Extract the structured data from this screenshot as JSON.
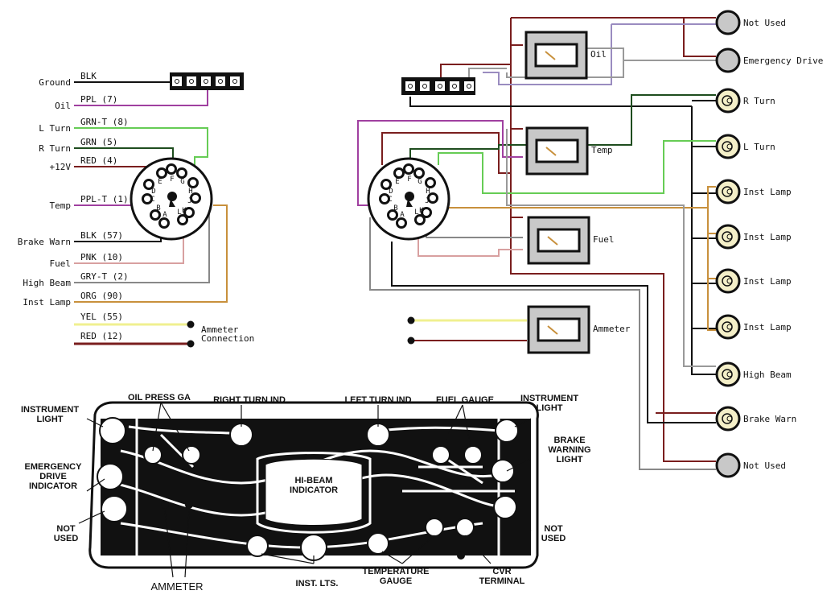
{
  "left_wires": [
    {
      "label": "Ground",
      "code": "BLK"
    },
    {
      "label": "Oil",
      "code": "PPL (7)"
    },
    {
      "label": "L Turn",
      "code": "GRN-T (8)"
    },
    {
      "label": "R Turn",
      "code": "GRN (5)"
    },
    {
      "label": "+12V",
      "code": "RED (4)"
    },
    {
      "label": "Temp",
      "code": "PPL-T (1)"
    },
    {
      "label": "Brake Warn",
      "code": "BLK (57)"
    },
    {
      "label": "Fuel",
      "code": "PNK (10)"
    },
    {
      "label": "High Beam",
      "code": "GRY-T (2)"
    },
    {
      "label": "Inst Lamp",
      "code": "ORG (90)"
    }
  ],
  "ammeter_wires": [
    {
      "code": "YEL (55)"
    },
    {
      "code": "RED (12)"
    }
  ],
  "ammeter_connection": [
    "Ammeter",
    "Connection"
  ],
  "connector_pins": [
    "E",
    "F",
    "G",
    "H",
    "J",
    "K",
    "L",
    "A",
    "B",
    "C",
    "D"
  ],
  "colors": {
    "red": "#7a1e1e",
    "purple": "#a040a0",
    "green_t": "#66cc55",
    "green": "#1e4d1e",
    "orange": "#c8903c",
    "pink": "#d8a0a0",
    "gray": "#888888",
    "yellow": "#f0f090",
    "lav": "#9a8cc0"
  },
  "gauges": [
    {
      "label": "Oil"
    },
    {
      "label": "Temp"
    },
    {
      "label": "Fuel"
    },
    {
      "label": "Ammeter"
    }
  ],
  "bulbs": [
    {
      "label": "Not Used",
      "type": "plain"
    },
    {
      "label": "Emergency Drive",
      "type": "plain"
    },
    {
      "label": "R Turn",
      "type": "lamp"
    },
    {
      "label": "L Turn",
      "type": "lamp"
    },
    {
      "label": "Inst Lamp",
      "type": "lamp"
    },
    {
      "label": "Inst Lamp",
      "type": "lamp"
    },
    {
      "label": "Inst Lamp",
      "type": "lamp"
    },
    {
      "label": "Inst Lamp",
      "type": "lamp"
    },
    {
      "label": "High Beam",
      "type": "lamp"
    },
    {
      "label": "Brake Warn",
      "type": "lamp"
    },
    {
      "label": "Not Used",
      "type": "plain"
    }
  ],
  "pcb_labels": {
    "instrument_light_l": [
      "INSTRUMENT",
      "LIGHT"
    ],
    "oil_press": [
      "OIL PRESS GA"
    ],
    "right_turn": [
      "RIGHT TURN IND"
    ],
    "left_turn": [
      "LEFT TURN IND"
    ],
    "fuel_gauge": [
      "FUEL GAUGE"
    ],
    "instrument_light_r": [
      "INSTRUMENT",
      "LIGHT"
    ],
    "brake_warning": [
      "BRAKE",
      "WARNING",
      "LIGHT"
    ],
    "emergency": [
      "EMERGENCY",
      "DRIVE",
      "INDICATOR"
    ],
    "not_used_l": [
      "NOT",
      "USED"
    ],
    "hi_beam": [
      "HI-BEAM",
      "INDICATOR"
    ],
    "not_used_r": [
      "NOT",
      "USED"
    ],
    "ammeter": [
      "AMMETER"
    ],
    "inst_lts": [
      "INST. LTS."
    ],
    "temp_gauge": [
      "TEMPERATURE",
      "GAUGE"
    ],
    "cvr": [
      "CVR",
      "TERMINAL"
    ]
  }
}
